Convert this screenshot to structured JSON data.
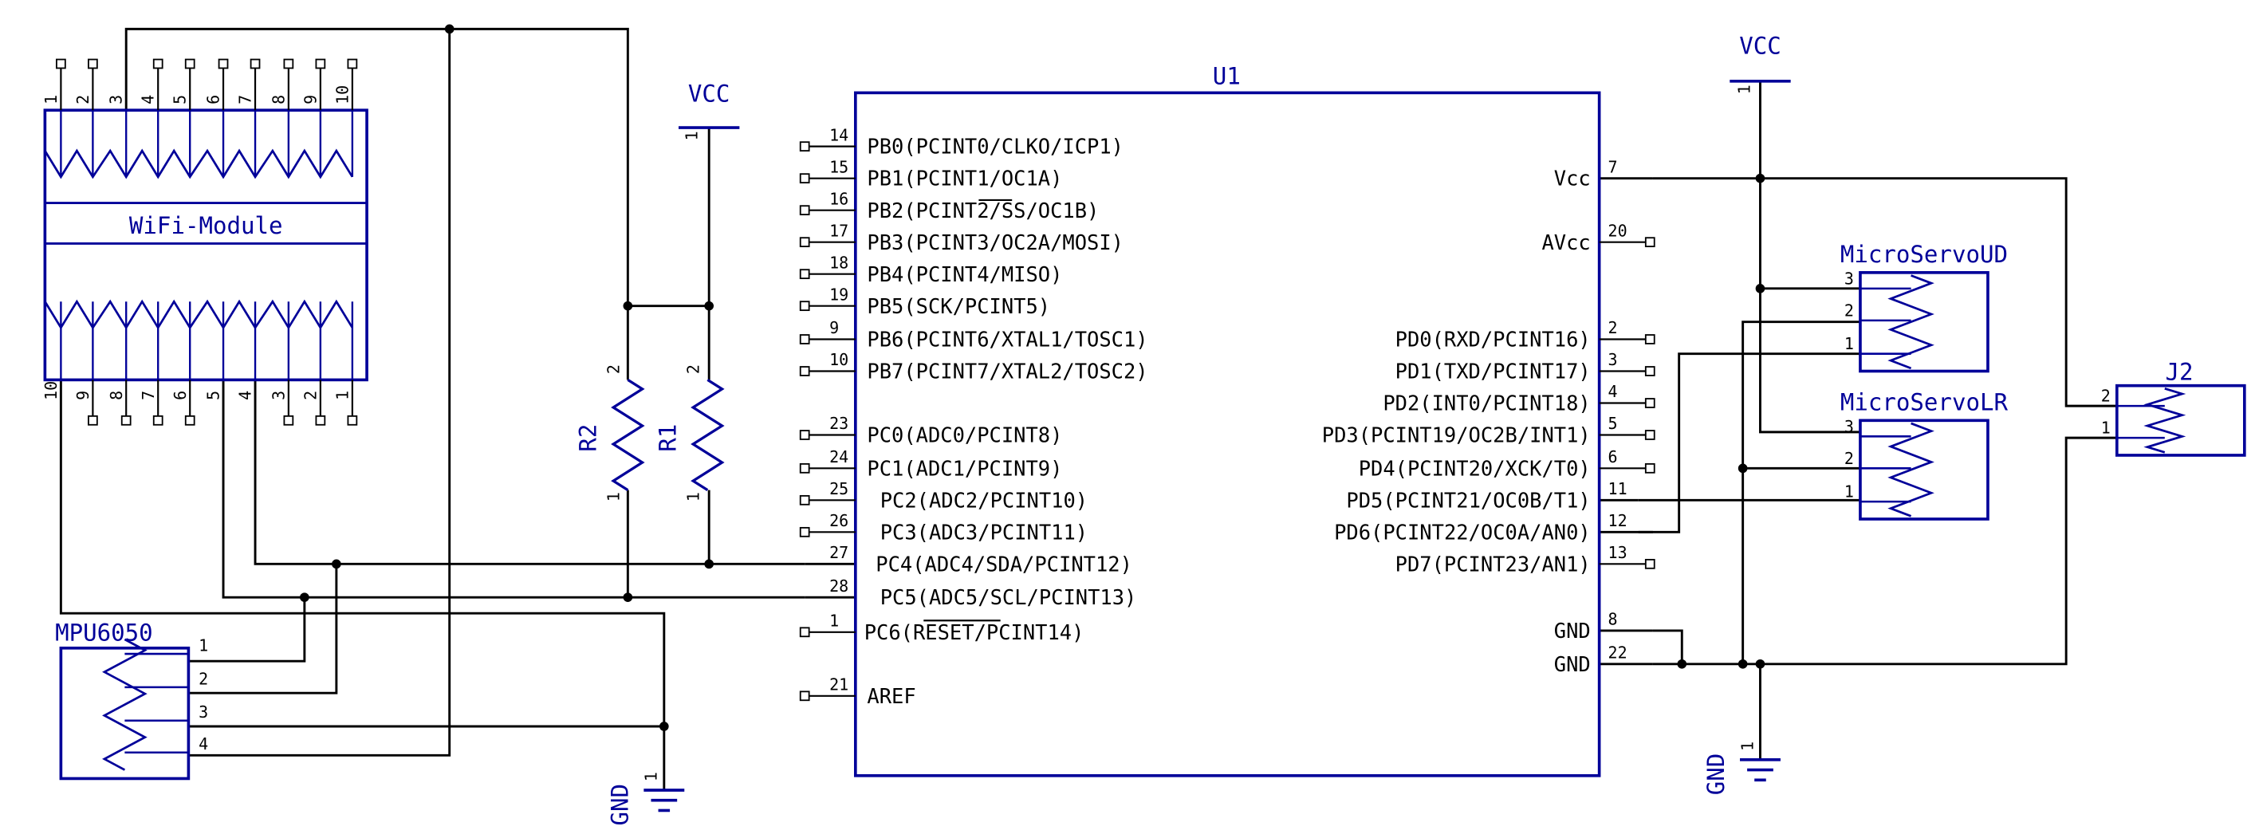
{
  "colors": {
    "wire": "#000000",
    "part": "#000099",
    "background": "#ffffff"
  },
  "u1": {
    "name": "U1",
    "left_pins": [
      {
        "num": "14",
        "label": "PB0(PCINT0/CLKO/ICP1)"
      },
      {
        "num": "15",
        "label": "PB1(PCINT1/OC1A)"
      },
      {
        "num": "16",
        "label": "PB2(PCINT2/SS/OC1B)"
      },
      {
        "num": "17",
        "label": "PB3(PCINT3/OC2A/MOSI)"
      },
      {
        "num": "18",
        "label": "PB4(PCINT4/MISO)"
      },
      {
        "num": "19",
        "label": "PB5(SCK/PCINT5)"
      },
      {
        "num": "9",
        "label": "PB6(PCINT6/XTAL1/TOSC1)"
      },
      {
        "num": "10",
        "label": "PB7(PCINT7/XTAL2/TOSC2)"
      },
      {
        "num": "23",
        "label": "PC0(ADC0/PCINT8)"
      },
      {
        "num": "24",
        "label": "PC1(ADC1/PCINT9)"
      },
      {
        "num": "25",
        "label": "PC2(ADC2/PCINT10)"
      },
      {
        "num": "26",
        "label": "PC3(ADC3/PCINT11)"
      },
      {
        "num": "27",
        "label": "PC4(ADC4/SDA/PCINT12)"
      },
      {
        "num": "28",
        "label": "PC5(ADC5/SCL/PCINT13)"
      },
      {
        "num": "1",
        "label": "PC6(RESET/PCINT14)"
      },
      {
        "num": "21",
        "label": "AREF"
      }
    ],
    "right_pins": [
      {
        "num": "7",
        "label": "Vcc"
      },
      {
        "num": "20",
        "label": "AVcc"
      },
      {
        "num": "2",
        "label": "PD0(RXD/PCINT16)"
      },
      {
        "num": "3",
        "label": "PD1(TXD/PCINT17)"
      },
      {
        "num": "4",
        "label": "PD2(INT0/PCINT18)"
      },
      {
        "num": "5",
        "label": "PD3(PCINT19/OC2B/INT1)"
      },
      {
        "num": "6",
        "label": "PD4(PCINT20/XCK/T0)"
      },
      {
        "num": "11",
        "label": "PD5(PCINT21/OC0B/T1)"
      },
      {
        "num": "12",
        "label": "PD6(PCINT22/OC0A/AN0)"
      },
      {
        "num": "13",
        "label": "PD7(PCINT23/AN1)"
      },
      {
        "num": "8",
        "label": "GND"
      },
      {
        "num": "22",
        "label": "GND"
      }
    ]
  },
  "wifi": {
    "name": "WiFi-Module",
    "top_pins": [
      "1",
      "2",
      "3",
      "4",
      "5",
      "6",
      "7",
      "8",
      "9",
      "10"
    ],
    "bottom_pins": [
      "10",
      "9",
      "8",
      "7",
      "6",
      "5",
      "4",
      "3",
      "2",
      "1"
    ]
  },
  "mpu": {
    "name": "MPU6050",
    "pins": [
      "1",
      "2",
      "3",
      "4"
    ]
  },
  "servo_ud": {
    "name": "MicroServoUD",
    "pins": [
      "3",
      "2",
      "1"
    ]
  },
  "servo_lr": {
    "name": "MicroServoLR",
    "pins": [
      "3",
      "2",
      "1"
    ]
  },
  "j2": {
    "name": "J2",
    "pins": [
      "2",
      "1"
    ]
  },
  "r1": {
    "name": "R1",
    "pin_top": "2",
    "pin_bottom": "1"
  },
  "r2": {
    "name": "R2",
    "pin_top": "2",
    "pin_bottom": "1"
  },
  "vcc_left": {
    "label": "VCC",
    "pin": "1"
  },
  "vcc_right": {
    "label": "VCC",
    "pin": "1"
  },
  "gnd_left": {
    "label": "GND",
    "pin": "1"
  },
  "gnd_right": {
    "label": "GND",
    "pin": "1"
  }
}
